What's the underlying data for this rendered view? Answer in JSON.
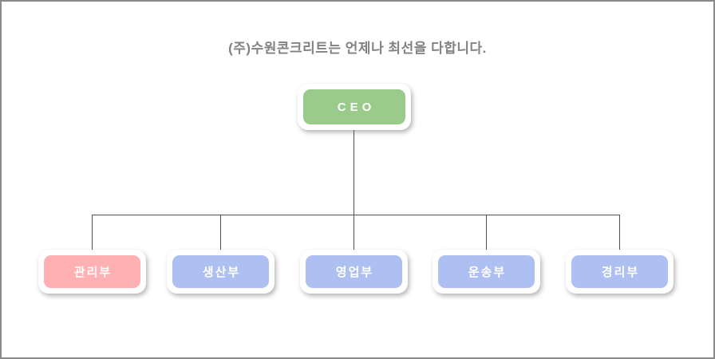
{
  "page": {
    "title": "(주)수원콘크리트는 언제나 최선을 다합니다.",
    "title_color": "#828282",
    "background_color": "#ffffff",
    "frame_border_color": "#8a8a8a"
  },
  "org_chart": {
    "root": {
      "label": "CEO",
      "color": "#9acb8a",
      "text_color": "#ffffff"
    },
    "departments": [
      {
        "label": "관리부",
        "color": "#ffb0b3",
        "text_color": "#ffffff"
      },
      {
        "label": "생산부",
        "color": "#aebff2",
        "text_color": "#ffffff"
      },
      {
        "label": "영업부",
        "color": "#aebff2",
        "text_color": "#ffffff"
      },
      {
        "label": "운송부",
        "color": "#aebff2",
        "text_color": "#ffffff"
      },
      {
        "label": "경리부",
        "color": "#aebff2",
        "text_color": "#ffffff"
      }
    ],
    "connector_color": "#4f4f4f"
  }
}
